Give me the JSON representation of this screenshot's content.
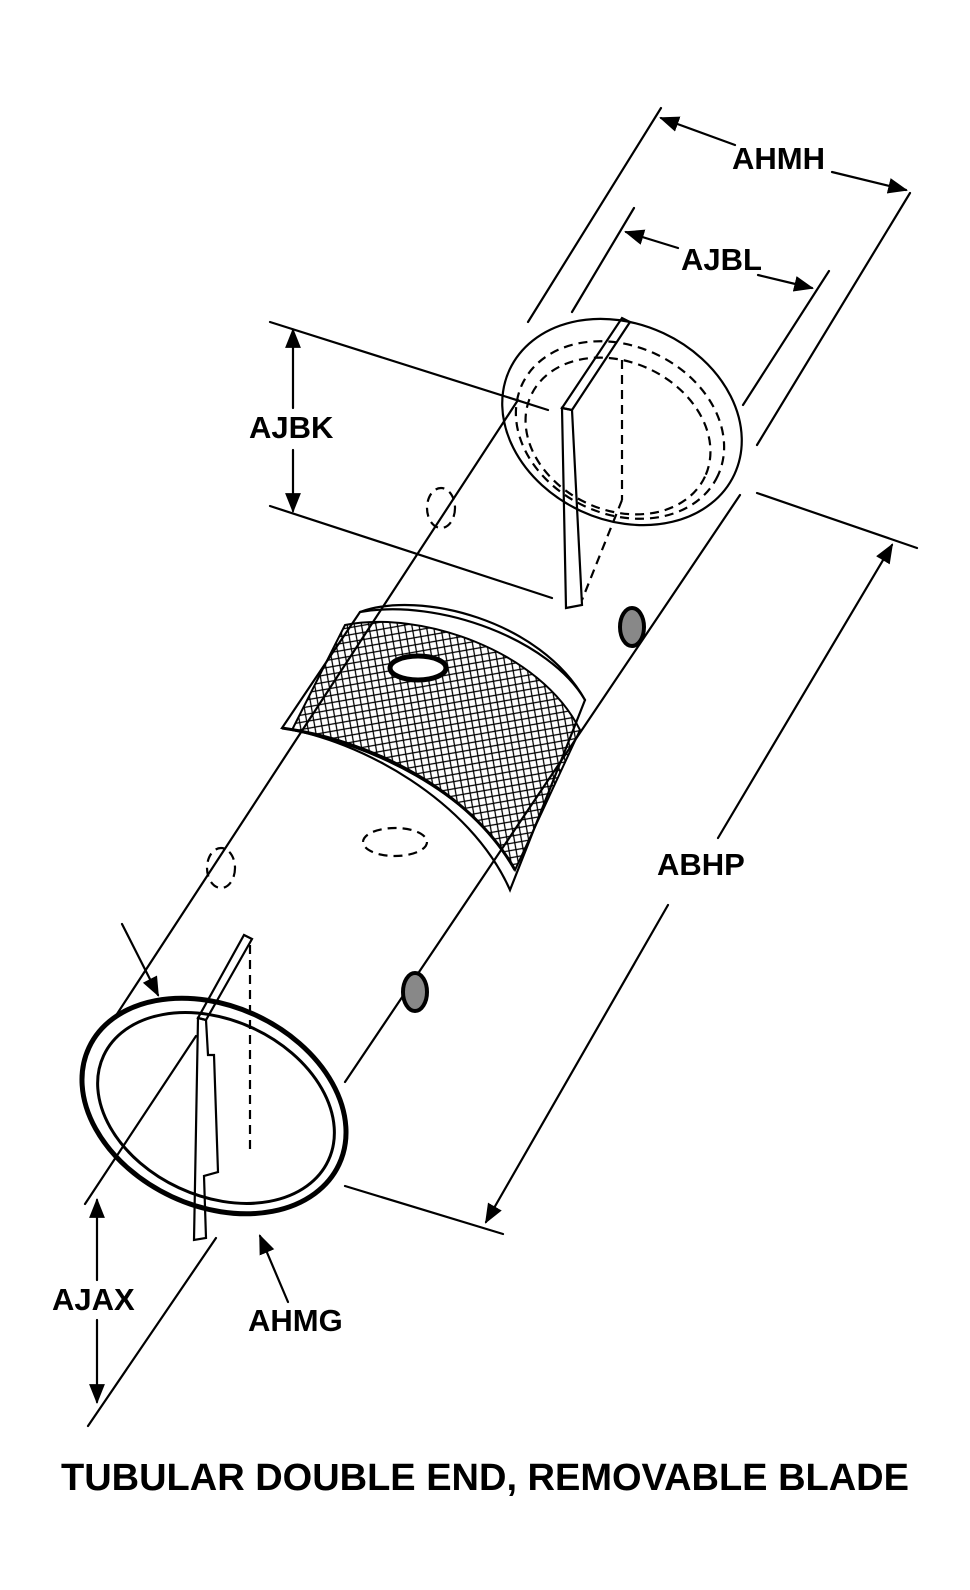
{
  "labels": {
    "ahmh": "AHMH",
    "ajbl": "AJBL",
    "ajbk": "AJBK",
    "abhp": "ABHP",
    "ajax": "AJAX",
    "ahmg": "AHMG"
  },
  "title": "TUBULAR DOUBLE END, REMOVABLE BLADE"
}
